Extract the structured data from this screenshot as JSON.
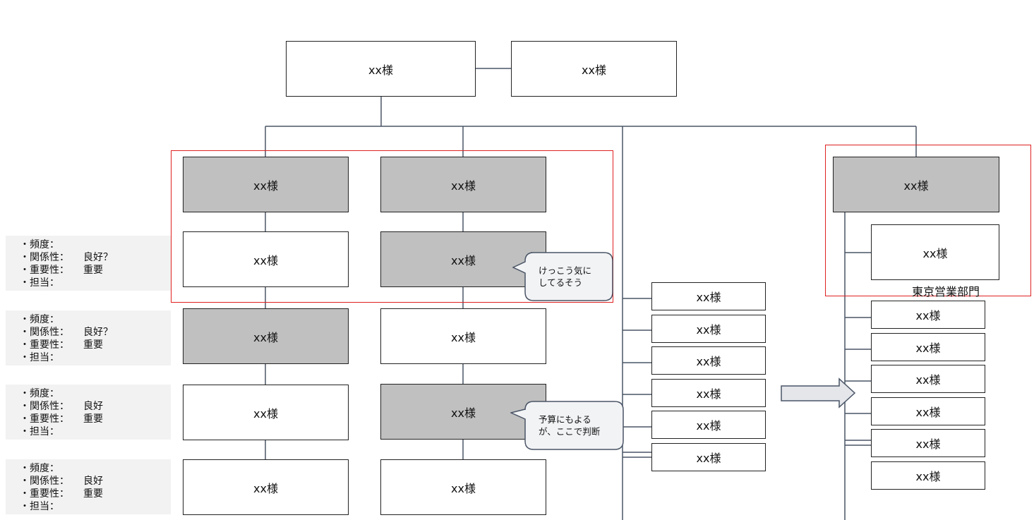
{
  "boxes": {
    "top_left": "xx様",
    "top_right": "xx様",
    "c1r1": "xx様",
    "c2r1": "xx様",
    "c1r2": "xx様",
    "c2r2": "xx様",
    "c1r3": "xx様",
    "c2r3": "xx様",
    "c1r4": "xx様",
    "c2r4": "xx様",
    "c1r5": "xx様",
    "c2r5": "xx様",
    "mid_list": [
      "xx様",
      "xx様",
      "xx様",
      "xx様",
      "xx様",
      "xx様"
    ],
    "right_head": "xx様",
    "right_sub": "xx様",
    "right_list": [
      "xx様",
      "xx様",
      "xx様",
      "xx様",
      "xx様",
      "xx様"
    ]
  },
  "dept_label": "東京営業部門",
  "callouts": {
    "first": "けっこう気に\nしてるそう",
    "second": "予算にもよる\nが、ここで判断"
  },
  "notes": [
    {
      "freq_k": "・頻度：",
      "freq_v": "",
      "rel_k": "・関係性：",
      "rel_v": "良好？",
      "imp_k": "・重要性：",
      "imp_v": "重要",
      "owner_k": "・担当：",
      "owner_v": ""
    },
    {
      "freq_k": "・頻度：",
      "freq_v": "",
      "rel_k": "・関係性：",
      "rel_v": "良好？",
      "imp_k": "・重要性：",
      "imp_v": "重要",
      "owner_k": "・担当：",
      "owner_v": ""
    },
    {
      "freq_k": "・頻度：",
      "freq_v": "",
      "rel_k": "・関係性：",
      "rel_v": "良好",
      "imp_k": "・重要性：",
      "imp_v": "重要",
      "owner_k": "・担当：",
      "owner_v": ""
    },
    {
      "freq_k": "・頻度：",
      "freq_v": "",
      "rel_k": "・関係性：",
      "rel_v": "良好",
      "imp_k": "・重要性：",
      "imp_v": "重要",
      "owner_k": "・担当：",
      "owner_v": ""
    }
  ],
  "colors": {
    "gray_box": "#c0c0c0",
    "red_frame": "#e02020",
    "connector": "#4a5566"
  }
}
